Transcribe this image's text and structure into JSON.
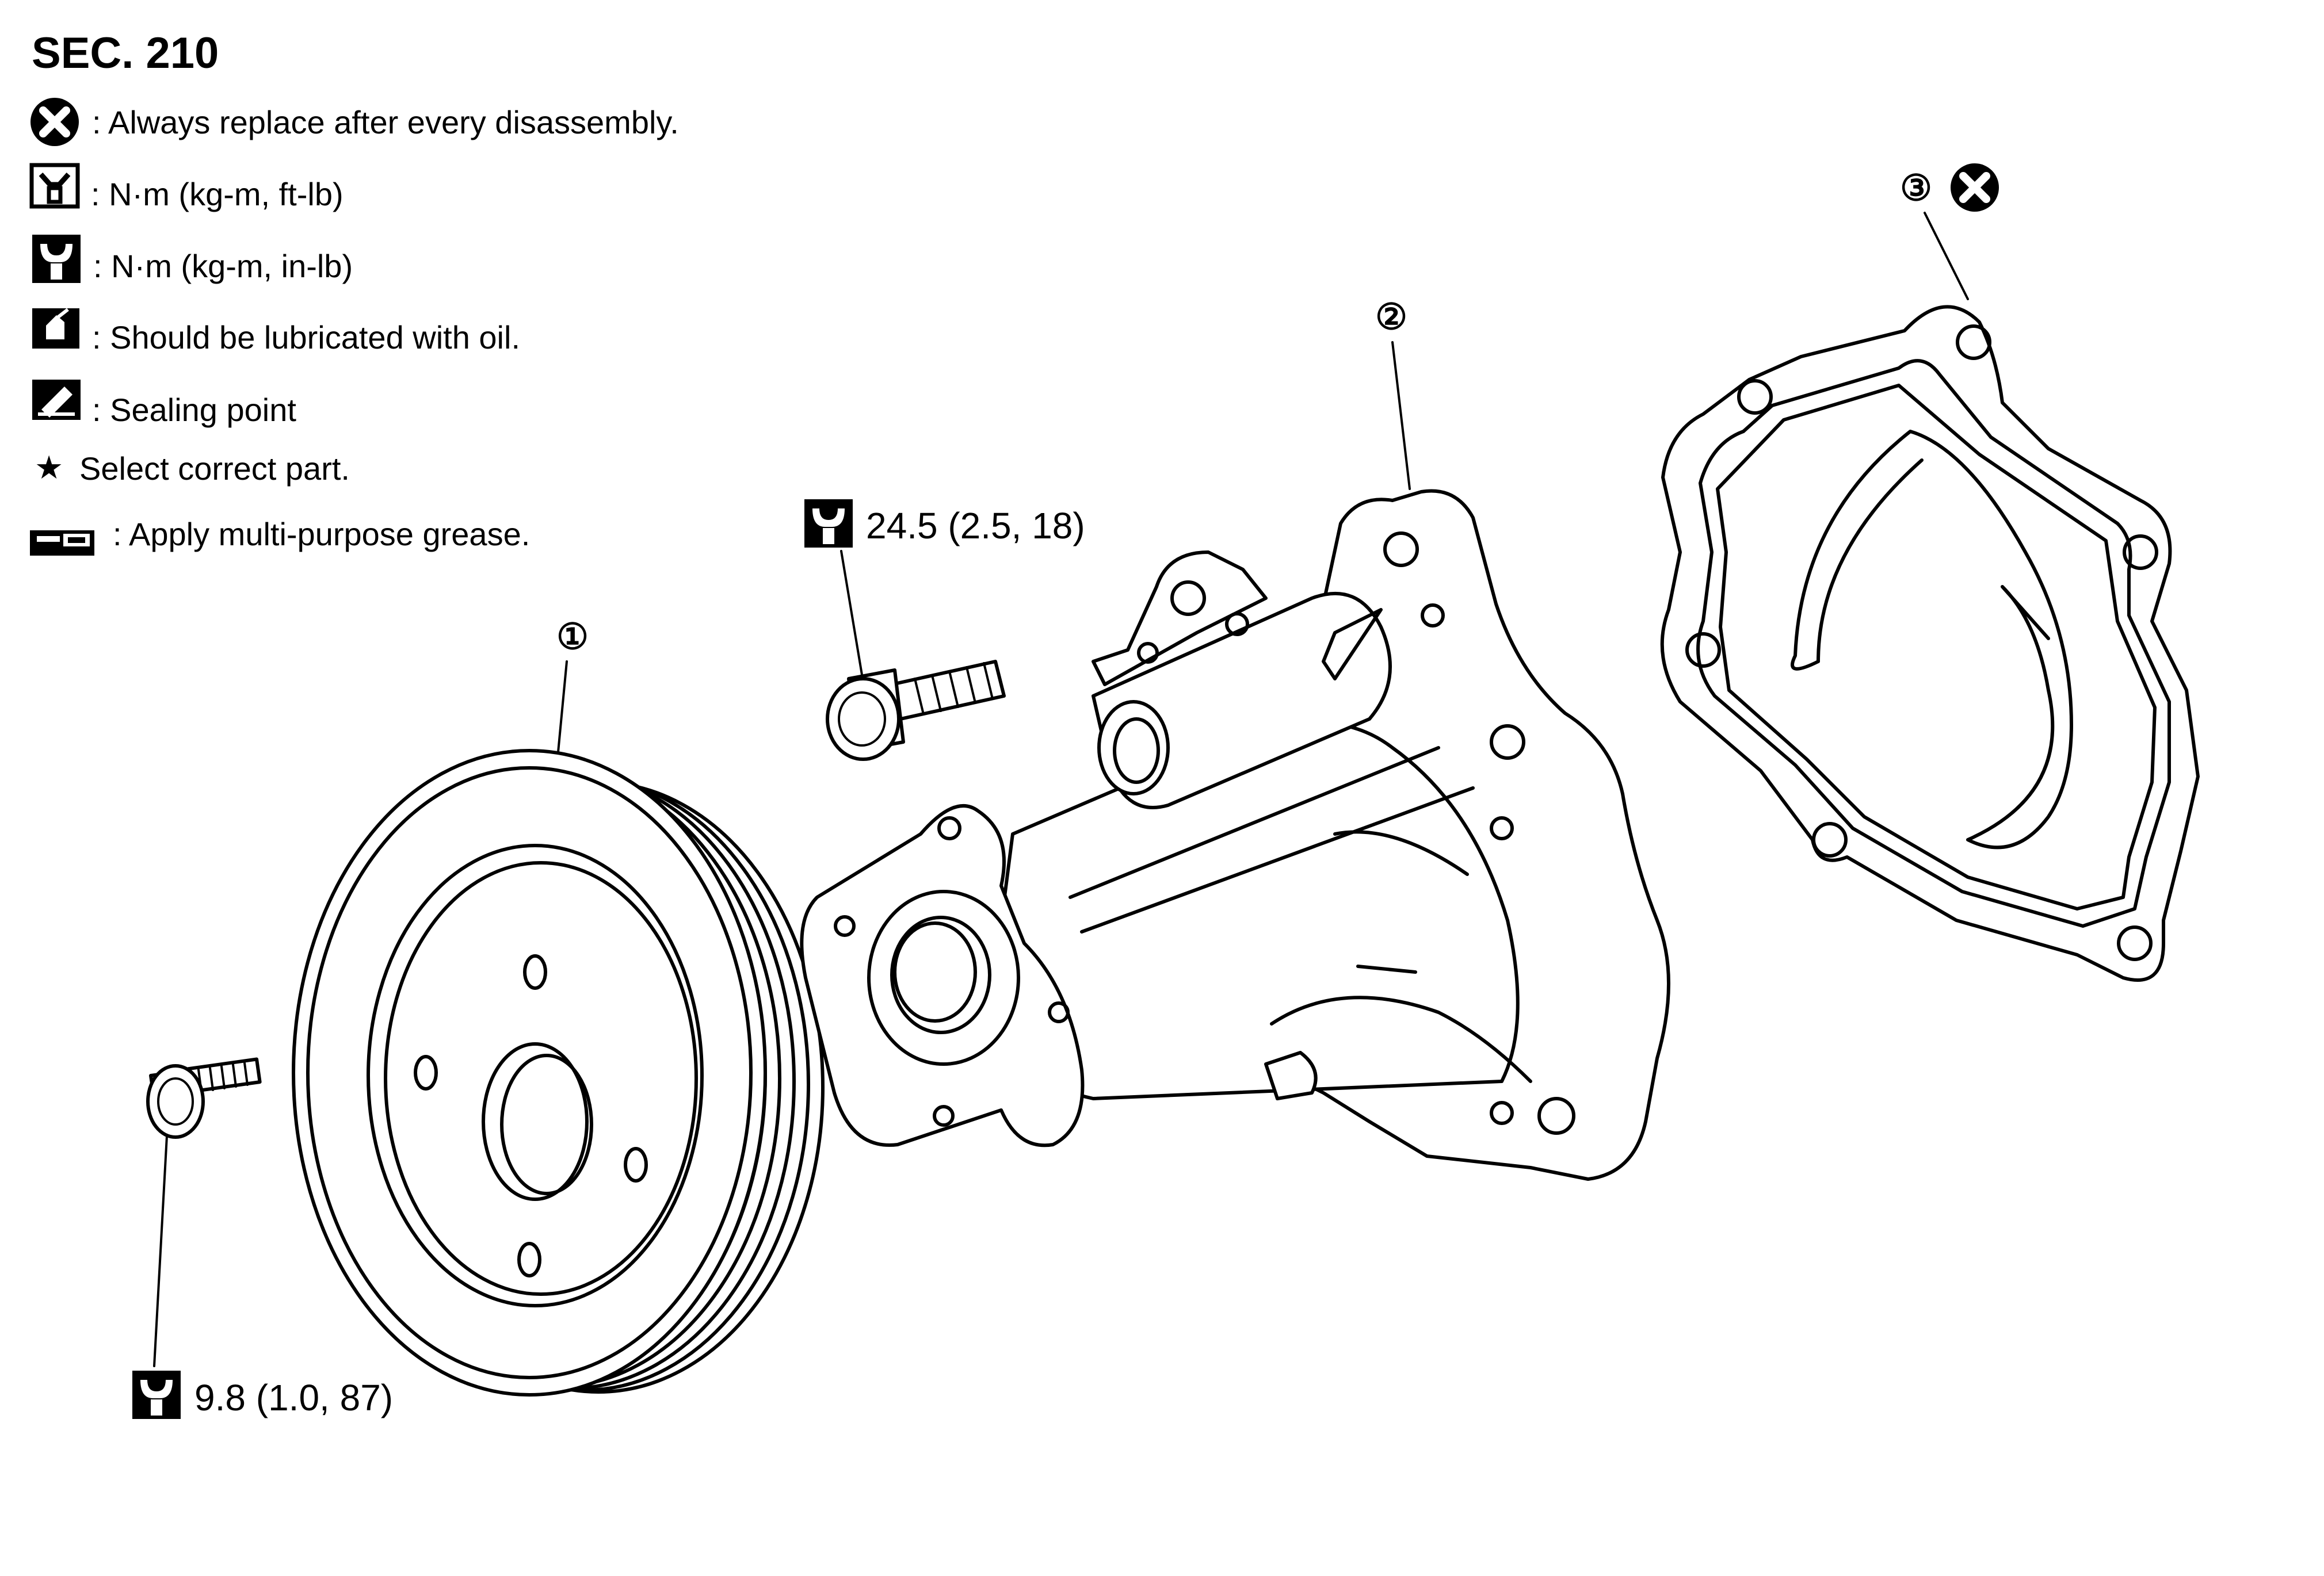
{
  "section": {
    "title": "SEC. 210"
  },
  "legend": [
    {
      "icon": "replace-x-icon",
      "text": ": Always replace after every disassembly."
    },
    {
      "icon": "torque-ftlb-icon",
      "text": ": N·m (kg-m, ft-lb)"
    },
    {
      "icon": "torque-inlb-icon",
      "text": ": N·m (kg-m, in-lb)"
    },
    {
      "icon": "oil-can-icon",
      "text": ": Should be lubricated with oil."
    },
    {
      "icon": "sealing-point-icon",
      "text": ": Sealing point"
    },
    {
      "icon": "star-icon",
      "symbol": "★",
      "text": "Select correct part."
    },
    {
      "icon": "grease-gun-icon",
      "text": ": Apply multi-purpose grease."
    }
  ],
  "callouts": [
    {
      "id": "1",
      "label": "①",
      "part_icon": "pulley-icon"
    },
    {
      "id": "2",
      "label": "②",
      "part_icon": "water-pump-icon"
    },
    {
      "id": "3",
      "label": "③",
      "part_icon": "gasket-icon",
      "flag_icon": "replace-x-icon"
    }
  ],
  "torques": [
    {
      "id": "pump-bolt",
      "icon": "torque-inlb-icon",
      "text": "24.5 (2.5, 18)"
    },
    {
      "id": "pulley-bolt",
      "icon": "torque-inlb-icon",
      "text": "9.8 (1.0, 87)"
    }
  ],
  "colors": {
    "ink": "#000000",
    "paper": "#ffffff"
  }
}
